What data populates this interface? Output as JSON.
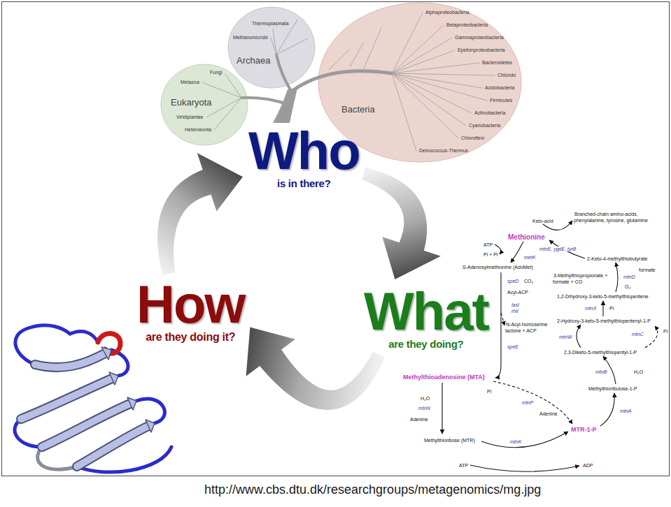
{
  "diagram": {
    "caption": "http://www.cbs.dtu.dk/researchgroups/metagenomics/mg.jpg",
    "nodes": [
      {
        "text": [
          "Who",
          "is in there?"
        ]
      },
      {
        "text": [
          "What",
          "are they doing?"
        ]
      },
      {
        "text": [
          "How",
          "are they doing it?"
        ]
      }
    ],
    "edges": [
      {
        "from": 0,
        "to": 1,
        "arrow": "to"
      },
      {
        "from": 1,
        "to": 2,
        "arrow": "to"
      },
      {
        "from": 2,
        "to": 0,
        "arrow": "to"
      }
    ],
    "labels": [
      "Thermoplasmata",
      "Methanomicrobi",
      "Archaea",
      "Alphaproteobacteria",
      "Betaproteobacteria",
      "Gammaproteobacteria",
      "Epsilonproteobacteria",
      "Bacteroidetes",
      "Chlorobi",
      "Acidobacteria",
      "Firmicutes",
      "Actinobacteria",
      "Cyanobacteria",
      "Chloroflexi",
      "Deinococcus-Thermus",
      "Bacteria",
      "Fungi",
      "Metazoa",
      "Eukaryota",
      "Viridiplantae",
      "Heterokonta",
      "ATP",
      "Pi + Pi",
      "metK",
      "Methionine",
      "Keto-acid",
      "Branched-chain amino-acids, phenylalanine, tyrosine, glutamine",
      "mtnE, ygdE, tyrB",
      "2-Keto-4-methylthiobutyrate",
      "formate",
      "mtnD",
      "3-Methylthiopropionate + formate + CO",
      "O₂",
      "1,2-Dihydroxy-3-keto-5-methylthiopentene",
      "mtnX",
      "Pi",
      "2-Hydroxy-3-keto-5-methylthiopentenyl-1-P",
      "mtnC",
      "Pi",
      "mtnW",
      "2,3-Diketo-5-methylthiopentyl-1-P",
      "mtnB",
      "H₂O",
      "Methylthioribulose-1-P",
      "mtnA",
      "MTR-1-P",
      "S-Adenosylmethionine (AdoMet)",
      "speD",
      "CO₂",
      "Acyl-ACP",
      "lasI",
      "rhlI",
      "N-Acyl-homoserine lactone + ACP",
      "speE",
      "Methylthioadenosine (MTA)",
      "Pi",
      "mtnP",
      "Adenine",
      "H₂O",
      "mtnN",
      "Adenine",
      "Methylthioribose (MTR)",
      "mtnK",
      "ATP",
      "ADP"
    ]
  }
}
